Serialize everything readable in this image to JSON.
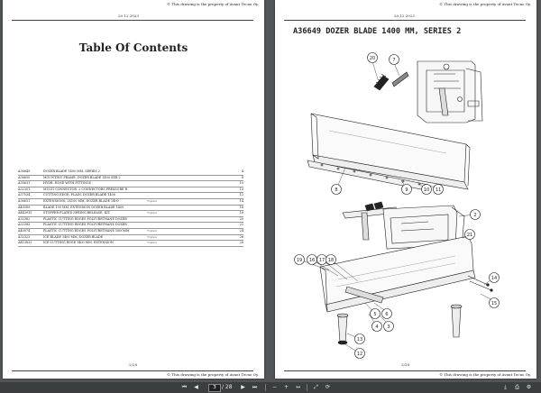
{
  "left_page": {
    "header_property": "© This drawing is the property of Avant Tecno Oy.",
    "header_date": "20.12.2023",
    "title": "Table Of Contents",
    "toc": [
      {
        "code": "A36649",
        "desc": "DOZER BLADE 1400 MM, SERIES 2",
        "note": "",
        "page": "4"
      },
      {
        "code": "A36650",
        "desc": "MOUNTING FRAME, DOZER BLADE 1400 SER 2",
        "note": "",
        "page": "8"
      },
      {
        "code": "A35631",
        "desc": "HYDR. HOSE WITH FITTINGS",
        "note": "",
        "page": "10"
      },
      {
        "code": "A32351",
        "desc": "MULTI CONNECTOR, 2 CONNECTORS PRESSURE R",
        "note": "",
        "page": "10"
      },
      {
        "code": "A37534",
        "desc": "CUTTING EDGE, PLAIN, DOZER BLADE 1400",
        "note": "",
        "page": "12"
      },
      {
        "code": "A36651",
        "desc": "EXTENSIONS, 2X100 MM, DOZER BLADE 1400",
        "note": "*Option",
        "page": "14"
      },
      {
        "code": "A40589",
        "desc": "BLADE 100 MM, EXTENSION DOZER BLADE 1400",
        "note": "",
        "page": "16"
      },
      {
        "code": "A443915",
        "desc": "STOPPER PLATED SPRING RELEASE, KIT,",
        "note": "*Option",
        "page": "18"
      },
      {
        "code": "A32382",
        "desc": "PLASTIC CUTTING EDGES POLYURETHANE DOZER",
        "note": "",
        "page": "20"
      },
      {
        "code": "A32383",
        "desc": "PLASTIC CUTTING EDGES POLYURETHANE DOZER",
        "note": "",
        "page": "22"
      },
      {
        "code": "A40074",
        "desc": "PLASTIC CUTTING EDGES POLYURETHANE 1800MM",
        "note": "*Option",
        "page": "24"
      },
      {
        "code": "A32323",
        "desc": "ICE BLADE 1400 MM, DOZER BLADE",
        "note": "*Option",
        "page": "26"
      },
      {
        "code": "A413833",
        "desc": "ICE CUTTING EDGE 1400 MM, EXTENSION",
        "note": "*Option",
        "page": "28"
      }
    ],
    "footer_page": "2/28",
    "footer_property": "© This drawing is the property of Avant Tecno Oy."
  },
  "right_page": {
    "header_property": "© This drawing is the property of Avant Tecno Oy.",
    "header_date": "20.12.2023",
    "title": "A36649 DOZER BLADE 1400 MM, SERIES 2",
    "callouts": [
      "20",
      "7",
      "8",
      "9",
      "10",
      "11",
      "2",
      "21",
      "19",
      "16",
      "17",
      "18",
      "14",
      "15",
      "5",
      "6",
      "4",
      "3",
      "13",
      "12"
    ],
    "footer_page": "3/28",
    "footer_property": "© This drawing is the property of Avant Tecno Oy."
  },
  "toolbar": {
    "first_page": "⏮",
    "prev_page": "◀",
    "current_page": "3",
    "total_pages": "/ 28",
    "next_page": "▶",
    "last_page": "⏭",
    "zoom_out": "−",
    "zoom_in": "+",
    "fit_width": "↔",
    "fit_page": "⤢",
    "rotate": "⟳",
    "download": "⤓",
    "print": "⎙",
    "settings": "⚙"
  }
}
